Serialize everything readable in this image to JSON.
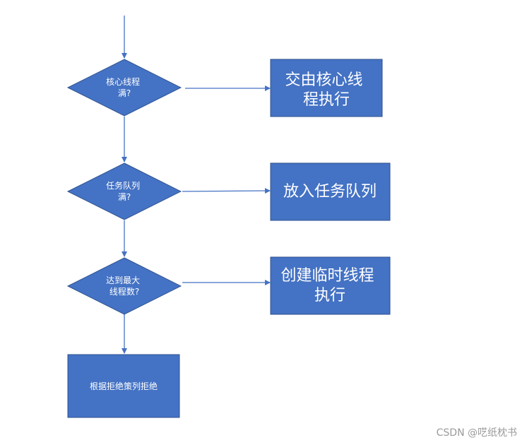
{
  "flowchart": {
    "decisions": [
      {
        "lines": [
          "核心线程",
          "满?"
        ]
      },
      {
        "lines": [
          "任务队列",
          "满?"
        ]
      },
      {
        "lines": [
          "达到最大",
          "线程数?"
        ]
      }
    ],
    "actions": [
      {
        "lines": [
          "交由核心线",
          "程执行"
        ]
      },
      {
        "lines": [
          "放入任务队列"
        ]
      },
      {
        "lines": [
          "创建临时线程",
          "执行"
        ]
      }
    ],
    "final": {
      "lines": [
        "根据拒绝策列拒绝"
      ]
    },
    "colors": {
      "fill": "#4472C4",
      "stroke": "#2F528F",
      "arrow": "#4472C4",
      "text": "#ffffff"
    }
  },
  "watermark": "CSDN @呓纸枕书"
}
